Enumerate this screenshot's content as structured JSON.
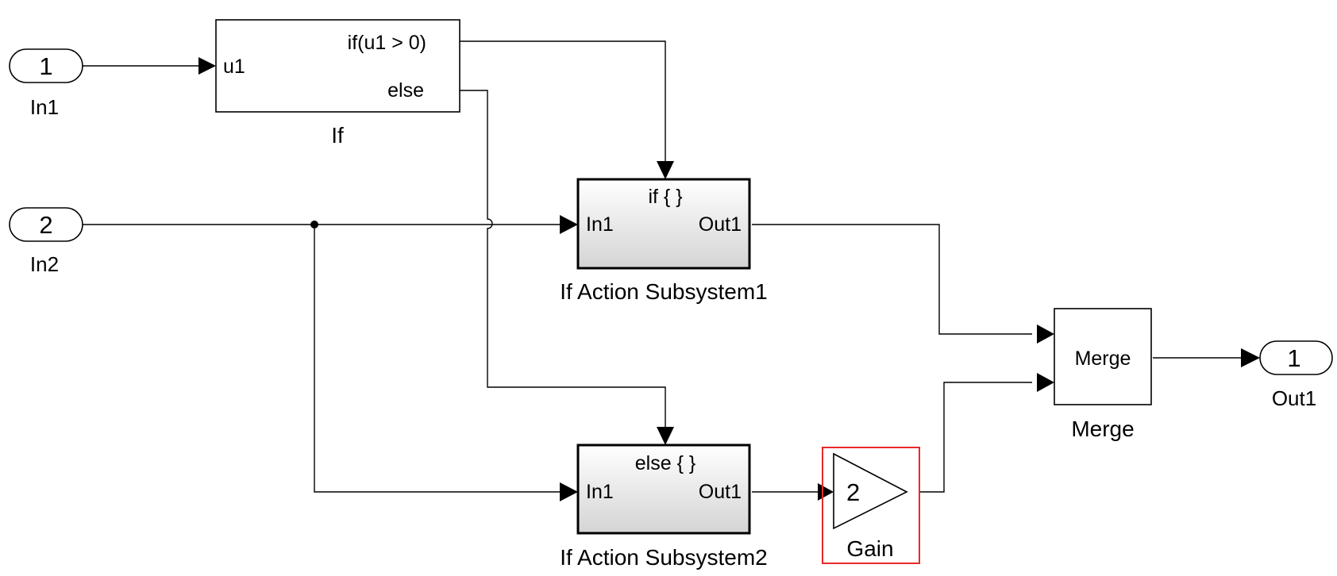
{
  "diagram": {
    "in1": {
      "number": "1",
      "label": "In1"
    },
    "in2": {
      "number": "2",
      "label": "In2"
    },
    "if_block": {
      "label": "If",
      "input": "u1",
      "cond_if": "if(u1 > 0)",
      "cond_else": "else"
    },
    "sub1": {
      "label": "If Action Subsystem1",
      "header": "if { }",
      "in": "In1",
      "out": "Out1"
    },
    "sub2": {
      "label": "If Action Subsystem2",
      "header": "else { }",
      "in": "In1",
      "out": "Out1"
    },
    "gain": {
      "label": "Gain",
      "value": "2",
      "highlight": "#e8282a"
    },
    "merge": {
      "label": "Merge",
      "inner": "Merge"
    },
    "out1": {
      "number": "1",
      "label": "Out1"
    }
  }
}
